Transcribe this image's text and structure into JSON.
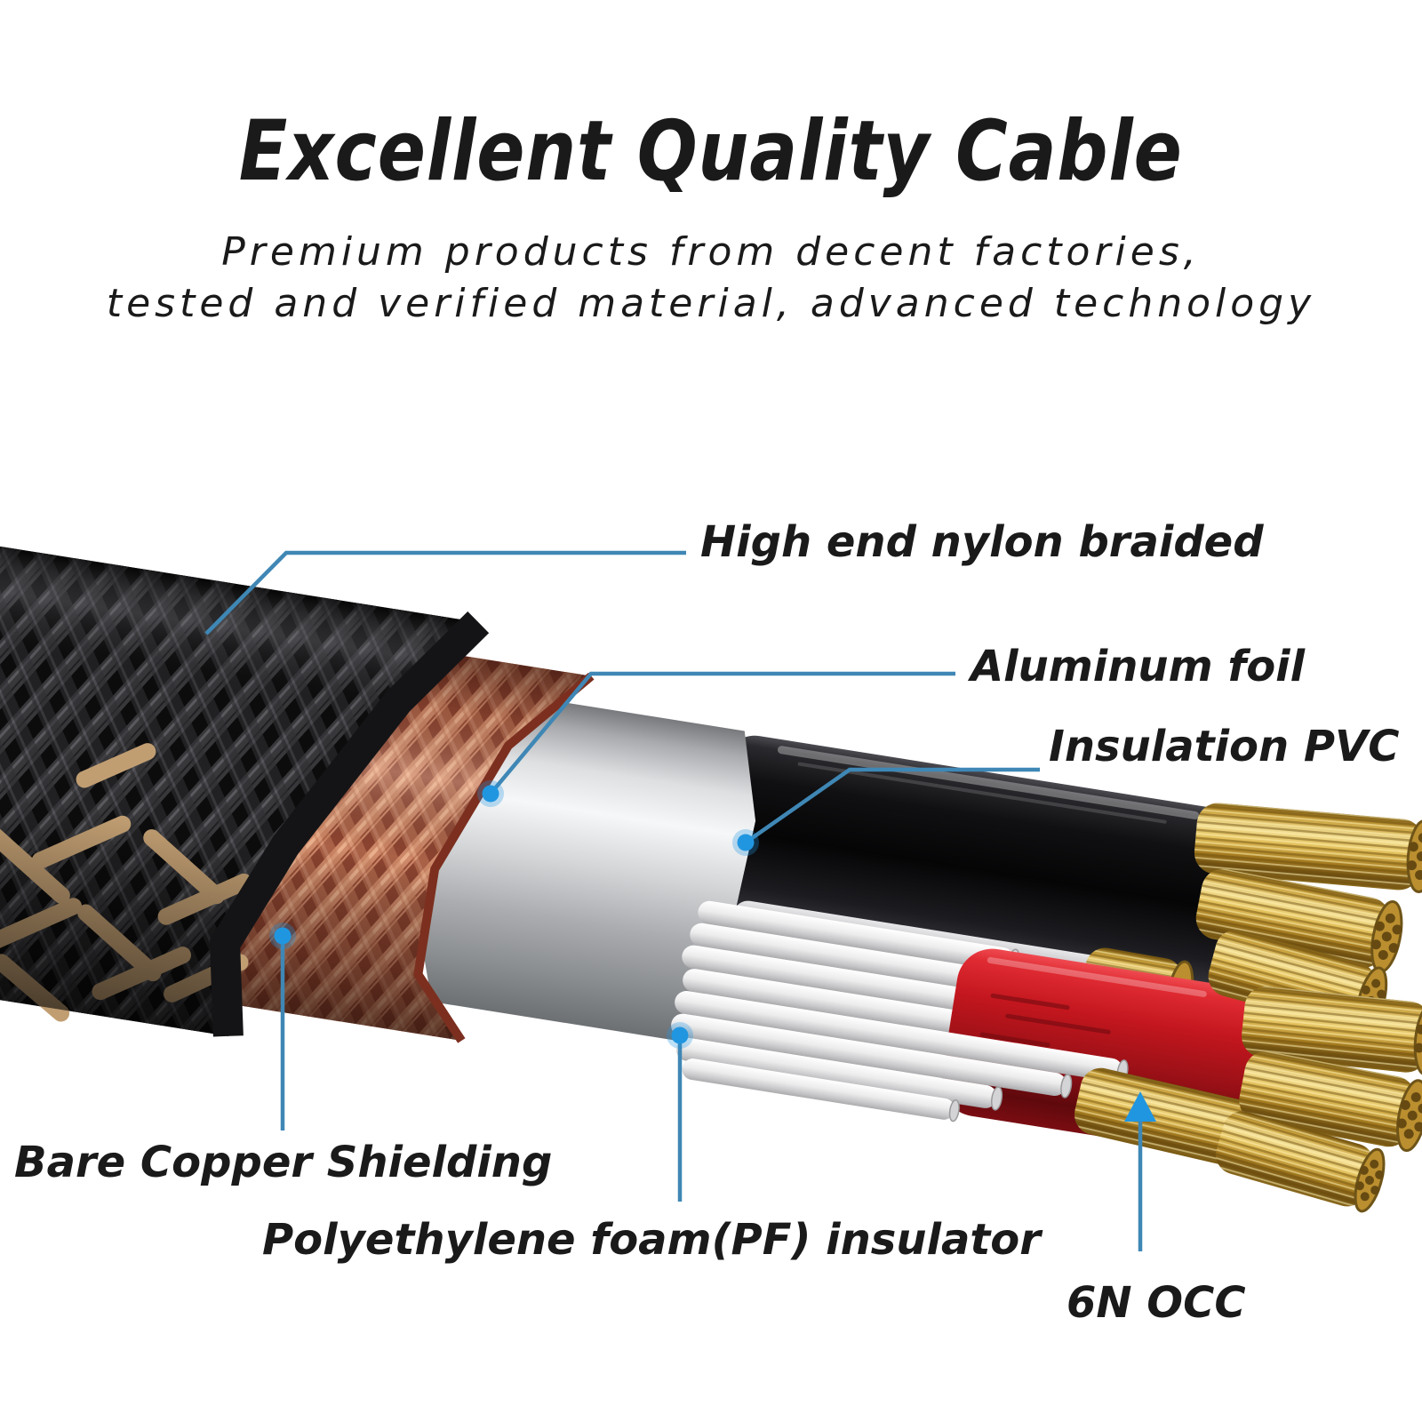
{
  "header": {
    "title": "Excellent Quality Cable",
    "subtitle_line1": "Premium products from decent factories,",
    "subtitle_line2": "tested and verified material, advanced technology"
  },
  "callouts": {
    "nylon_braided": {
      "label": "High end nylon braided"
    },
    "aluminum_foil": {
      "label": "Aluminum foil"
    },
    "insulation_pvc": {
      "label": "Insulation PVC"
    },
    "copper_shielding": {
      "label": "Bare Copper Shielding"
    },
    "foam_insulator": {
      "label": "Polyethylene foam(PF) insulator"
    },
    "occ_conductor": {
      "label": "6N OCC"
    }
  },
  "diagram": {
    "type": "cable-cutaway-illustration",
    "layers_outside_in": [
      "High end nylon braided",
      "Bare Copper Shielding",
      "Aluminum foil",
      "Insulation PVC",
      "Polyethylene foam(PF) insulator",
      "6N OCC"
    ]
  },
  "colors": {
    "callout_line": "#3f87b5",
    "callout_dot": "#2196e0",
    "title_text": "#1a1a1a",
    "copper_shield": "#cf8a6a",
    "aluminum_foil": "#d9dbdd",
    "pvc_black": "#121214",
    "pvc_red": "#c0161d",
    "conductor_gold": "#d9b04a",
    "foam_white": "#efeff0",
    "braid_black": "#17171a",
    "braid_tan": "#c19e72",
    "background": "#ffffff"
  }
}
